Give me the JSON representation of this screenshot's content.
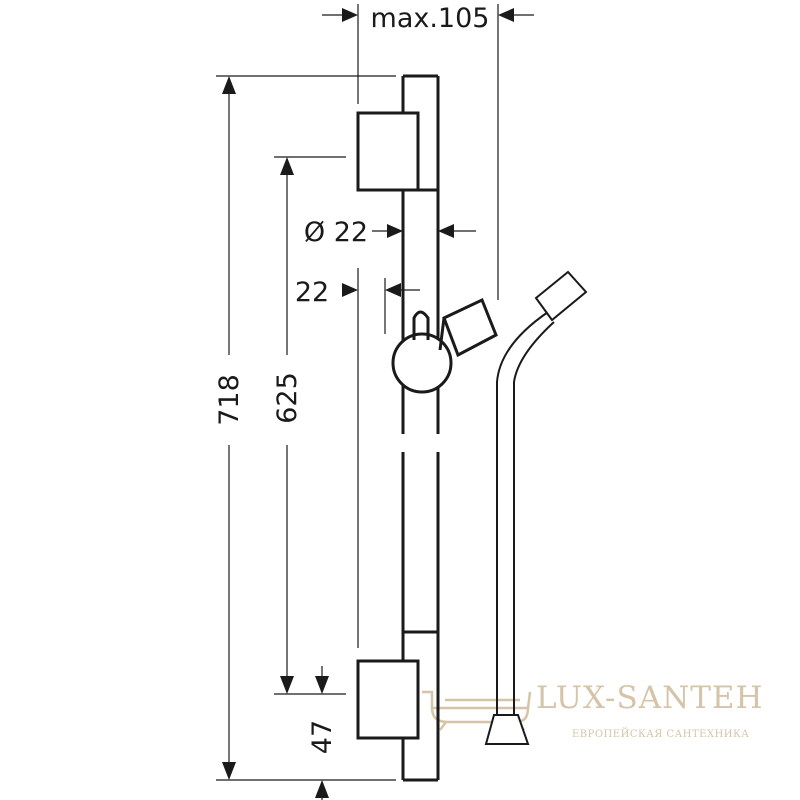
{
  "dimensions": {
    "max_projection": "max.105",
    "tube_diameter": "Ø 22",
    "offset": "22",
    "total_height": "718",
    "bracket_spacing": "625",
    "bottom_offset": "47"
  },
  "watermark": {
    "brand": "LUX-SANTEH",
    "tagline": "ЕВРОПЕЙСКАЯ САНТЕХНИКА"
  }
}
